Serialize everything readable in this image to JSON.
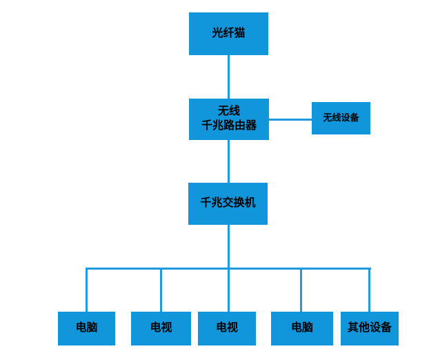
{
  "diagram": {
    "nodes": {
      "modem": {
        "label": "光纤猫"
      },
      "router": {
        "line1": "无线",
        "line2": "千兆路由器"
      },
      "wireless_device": {
        "label": "无线设备"
      },
      "switch": {
        "label": "千兆交换机"
      },
      "device1": {
        "label": "电脑"
      },
      "device2": {
        "label": "电视"
      },
      "device3": {
        "label": "电视"
      },
      "device4": {
        "label": "电脑"
      },
      "device5": {
        "label": "其他设备"
      }
    },
    "colors": {
      "node_fill": "#1296db",
      "connector": "#1e9ade",
      "text": "#000000",
      "background": "#ffffff"
    }
  }
}
